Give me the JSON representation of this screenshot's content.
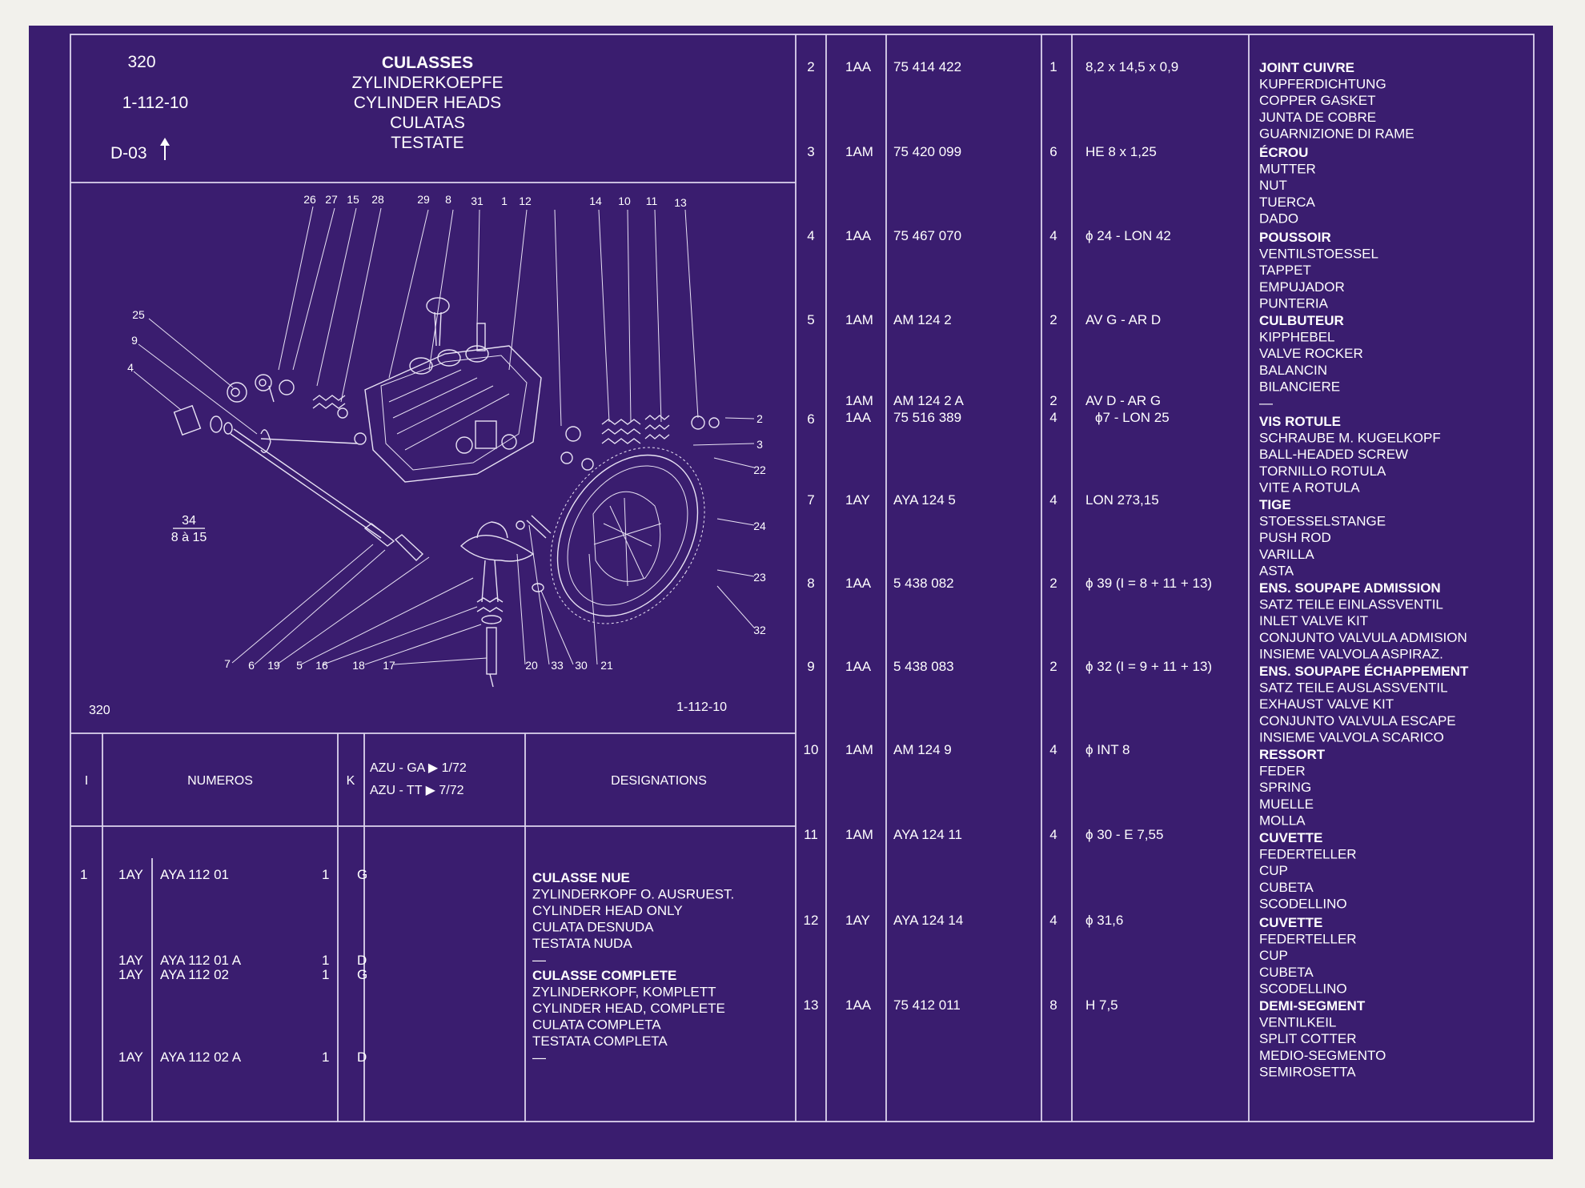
{
  "header": {
    "page_number": "320",
    "reference": "1-112-10",
    "code": "D-03",
    "title_lines": [
      "CULASSES",
      "ZYLINDERKOEPFE",
      "CYLINDER HEADS",
      "CULATAS",
      "TESTATE"
    ]
  },
  "diagram": {
    "caption_left": "320",
    "caption_right": "1-112-10",
    "fraction_top": "34",
    "fraction_bottom": "8 à 15",
    "callouts": [
      "26",
      "27",
      "15",
      "28",
      "29",
      "8",
      "31",
      "1",
      "12",
      "14",
      "10",
      "11",
      "13",
      "25",
      "9",
      "4",
      "2",
      "3",
      "22",
      "24",
      "23",
      "32",
      "7",
      "6",
      "19",
      "5",
      "16",
      "18",
      "17",
      "20",
      "33",
      "30",
      "21"
    ]
  },
  "table_header": {
    "index": "I",
    "numbers": "NUMEROS",
    "k": "K",
    "model_line_1": "AZU - GA ▶ 1/72",
    "model_line_2": "AZU - TT ▶ 7/72",
    "designations": "DESIGNATIONS"
  },
  "left_rows": [
    {
      "index": "1",
      "prefix": "1AY",
      "part": "AYA 112  01",
      "qty": "1",
      "k": "G"
    },
    {
      "index": "",
      "prefix": "1AY",
      "part": "AYA 112  01 A",
      "qty": "1",
      "k": "D"
    },
    {
      "index": "",
      "prefix": "1AY",
      "part": "AYA 112  02",
      "qty": "1",
      "k": "G"
    },
    {
      "index": "",
      "prefix": "1AY",
      "part": "AYA 112  02 A",
      "qty": "1",
      "k": "D"
    }
  ],
  "left_designations": [
    {
      "title": "CULASSE NUE",
      "lines": [
        "ZYLINDERKOPF O. AUSRUEST.",
        "CYLINDER HEAD ONLY",
        "CULATA DESNUDA",
        "TESTATA NUDA",
        "—"
      ]
    },
    {
      "title": "CULASSE COMPLETE",
      "lines": [
        "ZYLINDERKOPF, KOMPLETT",
        "CYLINDER HEAD, COMPLETE",
        "CULATA COMPLETA",
        "TESTATA COMPLETA",
        "—"
      ]
    }
  ],
  "right_rows": [
    {
      "index": "2",
      "prefix": "1AA",
      "part": "75  414  422",
      "qty": "1",
      "spec": "8,2 x 14,5 x 0,9"
    },
    {
      "index": "3",
      "prefix": "1AM",
      "part": "75  420  099",
      "qty": "6",
      "spec": "HE 8 x 1,25"
    },
    {
      "index": "4",
      "prefix": "1AA",
      "part": "75  467  070",
      "qty": "4",
      "spec": "ϕ 24 - LON 42"
    },
    {
      "index": "5",
      "prefix": "1AM",
      "part": "AM  124     2",
      "qty": "2",
      "spec": "AV G - AR D"
    },
    {
      "index": "6",
      "prefix": "1AM",
      "part": "AM  124     2  A",
      "qty": "2",
      "spec": "AV D - AR G",
      "prefix2": "1AA",
      "part2": "75  516  389",
      "qty2": "4",
      "spec2": "ϕ7 - LON 25"
    },
    {
      "index": "7",
      "prefix": "1AY",
      "part": "AYA  124     5",
      "qty": "4",
      "spec": "LON 273,15"
    },
    {
      "index": "8",
      "prefix": "1AA",
      "part": "5  438  082",
      "qty": "2",
      "spec": "ϕ 39 (I = 8 + 11 + 13)"
    },
    {
      "index": "9",
      "prefix": "1AA",
      "part": "5  438  083",
      "qty": "2",
      "spec": "ϕ 32 (I = 9 + 11 + 13)"
    },
    {
      "index": "10",
      "prefix": "1AM",
      "part": "AM  124     9",
      "qty": "4",
      "spec": "ϕ INT 8"
    },
    {
      "index": "11",
      "prefix": "1AM",
      "part": "AYA  124    11",
      "qty": "4",
      "spec": "ϕ 30 - E 7,55"
    },
    {
      "index": "12",
      "prefix": "1AY",
      "part": "AYA  124    14",
      "qty": "4",
      "spec": "ϕ 31,6"
    },
    {
      "index": "13",
      "prefix": "1AA",
      "part": "75  412  011",
      "qty": "8",
      "spec": "H 7,5"
    }
  ],
  "right_designations": [
    {
      "title": "JOINT CUIVRE",
      "lines": [
        "KUPFERDICHTUNG",
        "COPPER GASKET",
        "JUNTA DE COBRE",
        "GUARNIZIONE DI RAME"
      ]
    },
    {
      "title": "ÉCROU",
      "lines": [
        "MUTTER",
        "NUT",
        "TUERCA",
        "DADO"
      ]
    },
    {
      "title": "POUSSOIR",
      "lines": [
        "VENTILSTOESSEL",
        "TAPPET",
        "EMPUJADOR",
        "PUNTERIA"
      ]
    },
    {
      "title": "CULBUTEUR",
      "lines": [
        "KIPPHEBEL",
        "VALVE ROCKER",
        "BALANCIN",
        "BILANCIERE",
        "—"
      ]
    },
    {
      "title": "VIS ROTULE",
      "lines": [
        "SCHRAUBE M. KUGELKOPF",
        "BALL-HEADED SCREW",
        "TORNILLO ROTULA",
        "VITE A ROTULA"
      ]
    },
    {
      "title": "TIGE",
      "lines": [
        "STOESSELSTANGE",
        "PUSH ROD",
        "VARILLA",
        "ASTA"
      ]
    },
    {
      "title": "ENS. SOUPAPE ADMISSION",
      "lines": [
        "SATZ TEILE EINLASSVENTIL",
        "INLET VALVE KIT",
        "CONJUNTO VALVULA ADMISION",
        "INSIEME VALVOLA ASPIRAZ."
      ]
    },
    {
      "title": "ENS. SOUPAPE ÉCHAPPEMENT",
      "lines": [
        "SATZ TEILE AUSLASSVENTIL",
        "EXHAUST VALVE KIT",
        "CONJUNTO VALVULA ESCAPE",
        "INSIEME VALVOLA SCARICO"
      ]
    },
    {
      "title": "RESSORT",
      "lines": [
        "FEDER",
        "SPRING",
        "MUELLE",
        "MOLLA"
      ]
    },
    {
      "title": "CUVETTE",
      "lines": [
        "FEDERTELLER",
        "CUP",
        "CUBETA",
        "SCODELLINO"
      ]
    },
    {
      "title": "CUVETTE",
      "lines": [
        "FEDERTELLER",
        "CUP",
        "CUBETA",
        "SCODELLINO"
      ]
    },
    {
      "title": "DEMI-SEGMENT",
      "lines": [
        "VENTILKEIL",
        "SPLIT COTTER",
        "MEDIO-SEGMENTO",
        "SEMIROSETTA"
      ]
    }
  ]
}
